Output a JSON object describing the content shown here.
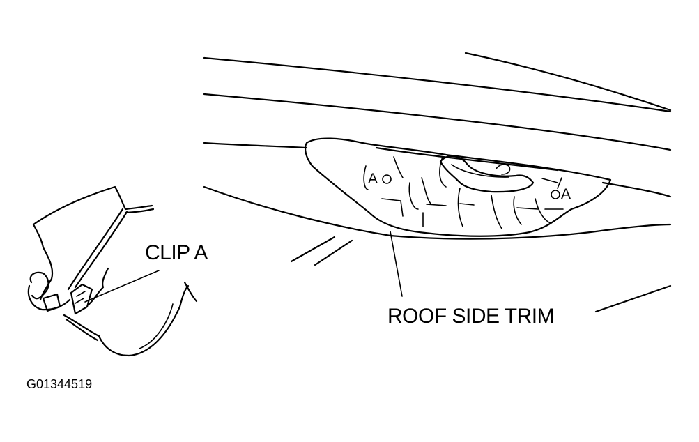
{
  "labels": {
    "clip_a": "CLIP A",
    "roof_side_trim": "ROOF SIDE TRIM",
    "marker_a_left": "A",
    "marker_a_right": "A",
    "figure_id": "G01344519"
  }
}
